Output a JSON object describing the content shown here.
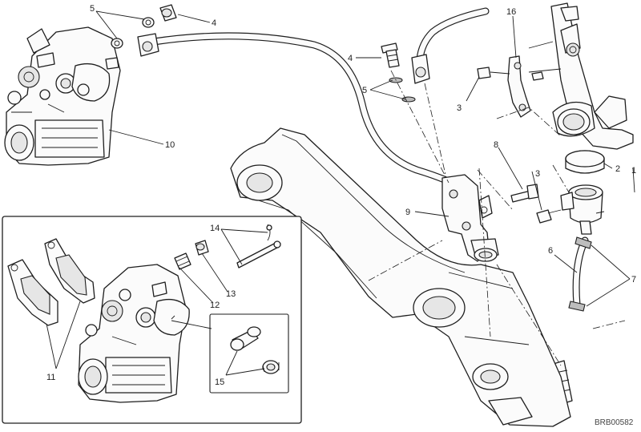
{
  "diagram": {
    "drawing_code": "BRB00582",
    "callouts": {
      "c1": "1",
      "c2": "2",
      "c3a": "3",
      "c3b": "3",
      "c4a": "4",
      "c4b": "4",
      "c5a": "5",
      "c5b": "5",
      "c6": "6",
      "c7": "7",
      "c8": "8",
      "c9": "9",
      "c10": "10",
      "c11": "11",
      "c12": "12",
      "c13": "13",
      "c14": "14",
      "c15": "15",
      "c16": "16"
    }
  }
}
